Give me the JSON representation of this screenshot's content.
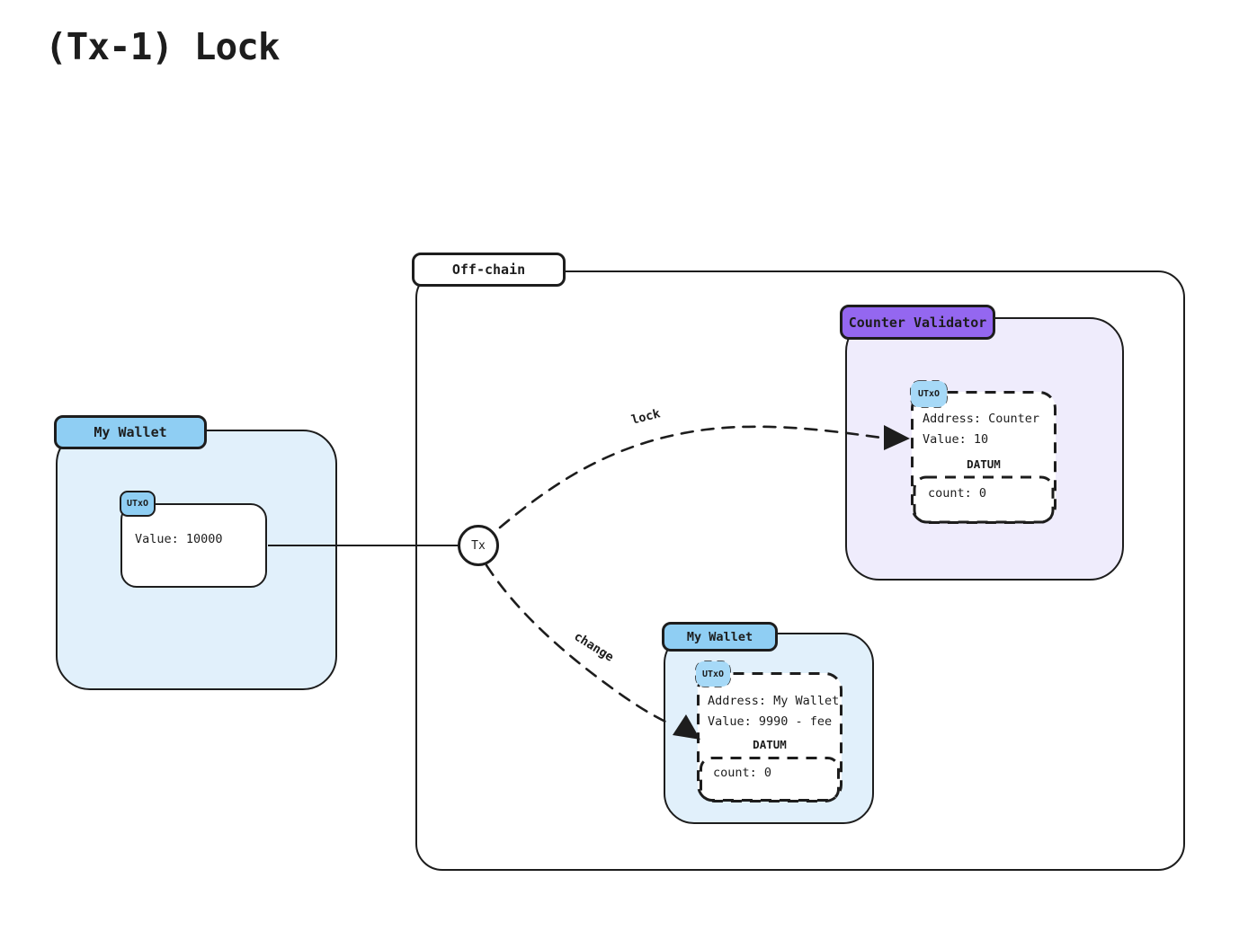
{
  "title": "(Tx-1) Lock",
  "colors": {
    "ink": "#1d1d1d",
    "wallet_tab": "#8fcef3",
    "wallet_fill": "#e1f0fb",
    "validator_tab": "#9467f0",
    "validator_fill": "#efecfc",
    "utxo_tab": "#a6d9f7",
    "canvas": "#ffffff"
  },
  "offchain": {
    "label": "Off-chain"
  },
  "tx": {
    "label": "Tx"
  },
  "edges": {
    "lock": "lock",
    "change": "change"
  },
  "wallet_input": {
    "label": "My Wallet",
    "utxo": {
      "tag": "UTxO",
      "value": "Value: 10000"
    }
  },
  "counter_validator": {
    "label": "Counter Validator",
    "utxo": {
      "tag": "UTxO",
      "address": "Address: Counter",
      "value": "Value: 10",
      "datum_label": "DATUM",
      "datum_fields": "count: 0"
    }
  },
  "wallet_change": {
    "label": "My Wallet",
    "utxo": {
      "tag": "UTxO",
      "address": "Address: My Wallet",
      "value": "Value: 9990 - fee",
      "datum_label": "DATUM",
      "datum_fields": "count: 0"
    }
  }
}
